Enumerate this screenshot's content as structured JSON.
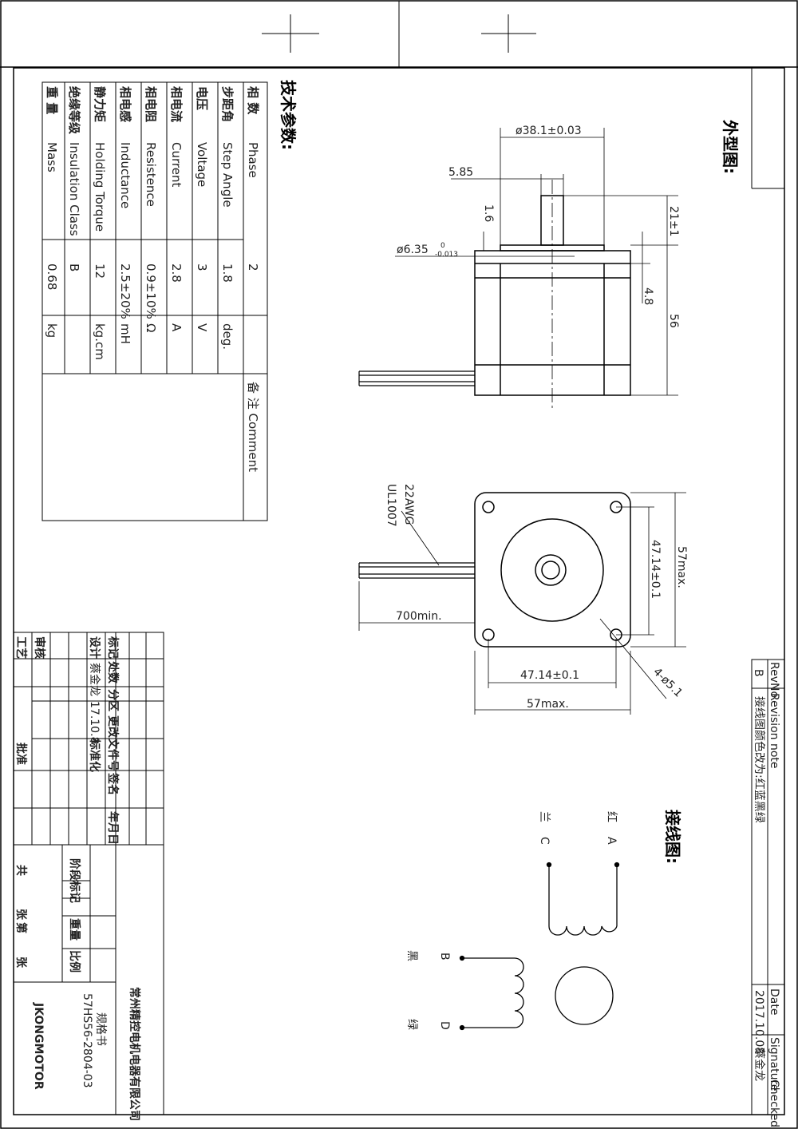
{
  "drawing": {
    "outline_title": "外型图:",
    "params_title": "技术参数:",
    "wiring_title": "接线图:"
  },
  "params": {
    "headers": {
      "comment": "备 注 Comment"
    },
    "rows": [
      {
        "cn": "相 数",
        "en": "Phase",
        "value": "2",
        "unit": ""
      },
      {
        "cn": "步距角",
        "en": "Step Angle",
        "value": "1.8",
        "unit": "deg."
      },
      {
        "cn": "电压",
        "en": "Voltage",
        "value": "3",
        "unit": "V"
      },
      {
        "cn": "相电流",
        "en": "Current",
        "value": "2.8",
        "unit": "A"
      },
      {
        "cn": "相电阻",
        "en": "Resistence",
        "value": "0.9±10%",
        "unit": "Ω"
      },
      {
        "cn": "相电感",
        "en": "Inductance",
        "value": "2.5±20%",
        "unit": "mH"
      },
      {
        "cn": "静力矩",
        "en": "Holding Torque",
        "value": "12",
        "unit": "kg.cm"
      },
      {
        "cn": "绝缘等级",
        "en": "Insulation Class",
        "value": "B",
        "unit": ""
      },
      {
        "cn": "重 量",
        "en": "Mass",
        "value": "0.68",
        "unit": "kg"
      }
    ]
  },
  "dimensions": {
    "flange_dia": "ø38.1±0.03",
    "shaft_flat": "5.85",
    "flange_height": "1.6",
    "shaft_dia_main": "ø6.35",
    "shaft_dia_upper": "0",
    "shaft_dia_lower": "-0.013",
    "shaft_len": "21±1",
    "boss": "4.8",
    "body_len": "56",
    "wire_gauge": "22AWG",
    "wire_type": "UL1007",
    "wire_len": "700min.",
    "hole_spacing_v": "47.14±0.1",
    "body_max_v": "57max.",
    "hole_spacing_h": "47.14±0.1",
    "body_max_h": "57max.",
    "holes": "4-ø5.1"
  },
  "wiring": {
    "A": {
      "color": "红",
      "label": "A"
    },
    "C": {
      "color": "兰",
      "label": "C"
    },
    "B": {
      "color": "黑",
      "label": "B"
    },
    "D": {
      "color": "绿",
      "label": "D"
    }
  },
  "revision": {
    "rev_no_header": "RevNo",
    "note_header": "Revision note",
    "rev_no": "B",
    "note": "接线图颜色改为:红蓝黑绿",
    "date_header": "Date",
    "date": "2017.10.08",
    "sign_header": "Signature",
    "checked_header": "Checked",
    "signer": "蔡金龙"
  },
  "title_block": {
    "mark": "标记",
    "count": "处数",
    "zone": "分区",
    "change_doc": "更改文件号",
    "sign": "签名",
    "date": "年月日",
    "design": "设计",
    "designer": "蔡金龙",
    "design_date": "17.10.8",
    "standardize": "标准化",
    "review": "审核",
    "process": "工艺",
    "approve": "批准",
    "stage": "阶段标记",
    "weight": "重量",
    "scale": "比例",
    "total": "共",
    "sheets": "张",
    "sheet_no": "第",
    "sheet": "张",
    "company": "常州精控电机电器有限公司",
    "doc_title": "规格书",
    "model": "57HS56-2804-03",
    "brand": "JKONGMOTOR"
  }
}
